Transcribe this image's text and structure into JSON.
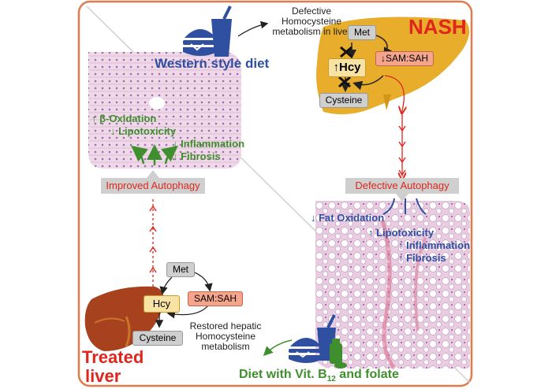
{
  "colors": {
    "frame": "#e27a4c",
    "nash_red": "#e0261c",
    "blue": "#2f4fa0",
    "green": "#3f8f2e",
    "liver_gold": "#e8ad2a",
    "liver_brown": "#a8411e",
    "hcy_fill": "#f9e3a4",
    "sam_fill": "#f4a58c",
    "grey_box": "#cfcfcf",
    "tissue_pink": "#e9cde0",
    "bar_grey": "#cfcfcf"
  },
  "top": {
    "defect_text": [
      "Defective",
      "Homocysteine",
      "metabolism in liver"
    ],
    "diet_label": "Western style diet",
    "nash_label": "NASH",
    "met": "Met",
    "sam_sah": "↓SAM:SAH",
    "hcy": "↑Hcy",
    "cysteine": "Cysteine",
    "defective_autophagy": "Defective Autophagy",
    "effects": [
      "↓ Fat Oxidation",
      "↑ Lipotoxicity",
      "↑ Inflammation",
      "↑ Fibrosis"
    ]
  },
  "bottom": {
    "improved_autophagy": "Improved Autophagy",
    "effects": [
      "↑ β-Oxidation",
      "↓ Lipotoxicity",
      "↓ Inflammation",
      "↓ Fibrosis"
    ],
    "met": "Met",
    "sam_sah": "SAM:SAH",
    "hcy": "Hcy",
    "cysteine": "Cysteine",
    "restored_text": [
      "Restored hepatic",
      "Homocysteine",
      "metabolism"
    ],
    "treated_label": [
      "Treated",
      "liver"
    ],
    "diet_label_main": "Diet with Vit. B",
    "diet_label_sub": "12",
    "diet_label_tail": " and folate"
  }
}
